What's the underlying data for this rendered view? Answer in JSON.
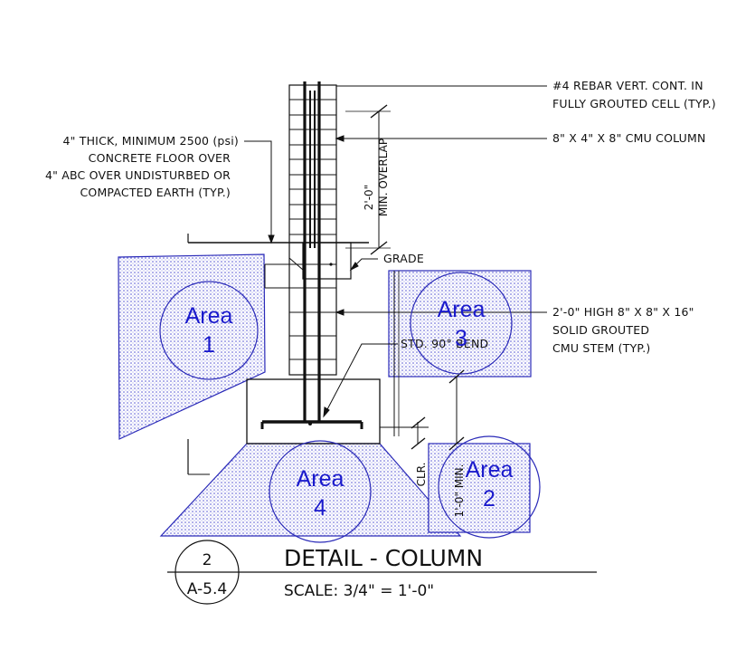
{
  "notes": {
    "rebar_line1": "#4 REBAR VERT. CONT. IN",
    "rebar_line2": "FULLY GROUTED CELL (TYP.)",
    "cmu_column": "8\" X 4\" X 8\" CMU COLUMN",
    "floor_line1": "4\" THICK, MINIMUM 2500 (psi)",
    "floor_line2": "CONCRETE FLOOR OVER",
    "floor_line3": "4\" ABC OVER UNDISTURBED OR",
    "floor_line4": "COMPACTED EARTH (TYP.)",
    "overlap_line1": "2'-0\"",
    "overlap_line2": "MIN. OVERLAP",
    "grade": "GRADE",
    "stem_line1": "2'-0\" HIGH 8\" X 8\" X 16\"",
    "stem_line2": "SOLID GROUTED",
    "stem_line3": "CMU STEM (TYP.)",
    "bend": "STD. 90° BEND",
    "clr": "CLR.",
    "min": "1'-0\" MIN."
  },
  "areas": [
    {
      "word": "Area",
      "num": "1"
    },
    {
      "word": "Area",
      "num": "2"
    },
    {
      "word": "Area",
      "num": "3"
    },
    {
      "word": "Area",
      "num": "4"
    }
  ],
  "title_block": {
    "detail_number": "2",
    "sheet": "A-5.4",
    "title": "DETAIL - COLUMN",
    "scale": "SCALE: 3/4\" = 1'-0\""
  },
  "colors": {
    "annotation_blue": "#1a1acc",
    "line_black": "#111111"
  }
}
